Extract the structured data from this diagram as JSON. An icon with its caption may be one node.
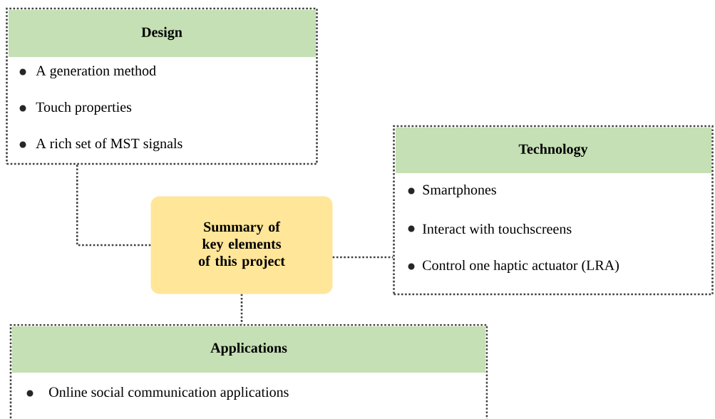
{
  "diagram": {
    "nodes": [
      {
        "text": [
          "Design",
          "A generation method",
          "Touch properties",
          "A rich set of MST signals"
        ]
      },
      {
        "text": [
          "Technology",
          "Smartphones",
          "Interact with touchscreens",
          "Control one haptic actuator (LRA)"
        ]
      },
      {
        "text": [
          "Summary of key elements of this project"
        ]
      },
      {
        "text": [
          "Applications",
          "Online social communication applications"
        ]
      }
    ],
    "edges": [
      {
        "from": 2,
        "to": 0,
        "arrow": "none",
        "style": "dashed"
      },
      {
        "from": 2,
        "to": 1,
        "arrow": "none",
        "style": "dashed"
      },
      {
        "from": 2,
        "to": 3,
        "arrow": "none",
        "style": "dashed"
      }
    ]
  }
}
